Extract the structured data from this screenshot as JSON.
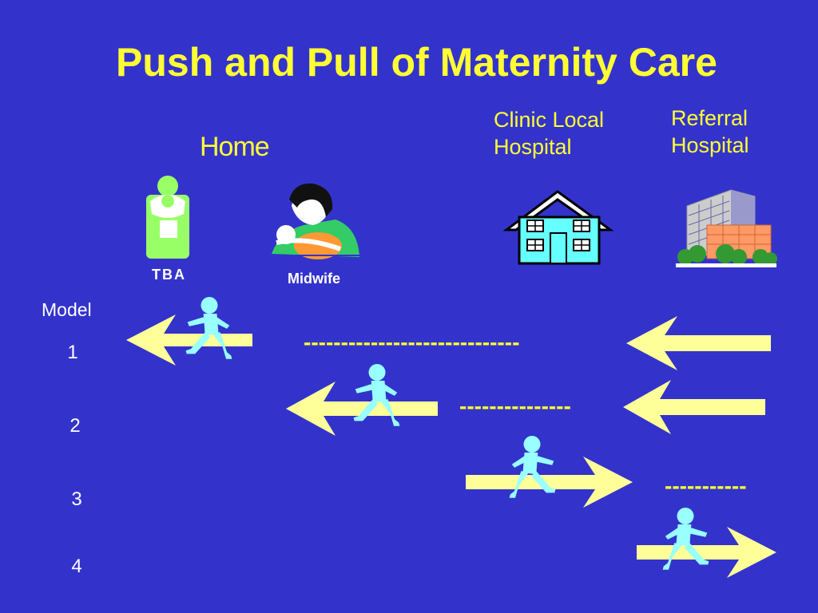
{
  "title": "Push and Pull of Maternity Care",
  "locations": {
    "home": "Home",
    "clinic_line1": "Clinic Local",
    "clinic_line2": "Hospital",
    "referral_line1": "Referral",
    "referral_line2": "Hospital"
  },
  "figures": {
    "tba": "TBA",
    "midwife": "Midwife"
  },
  "models": {
    "heading": "Model",
    "numbers": [
      "1",
      "2",
      "3",
      "4"
    ],
    "dashes": [
      "-----------------------------",
      "---------------",
      "-----------"
    ]
  },
  "icons": [
    "tba-icon",
    "midwife-icon",
    "clinic-house-icon",
    "hospital-building-icon",
    "running-child-icon"
  ],
  "colors": {
    "background": "#3333cc",
    "title": "#ffff33",
    "arrow": "#ffff99",
    "figure": "#99ffff"
  }
}
